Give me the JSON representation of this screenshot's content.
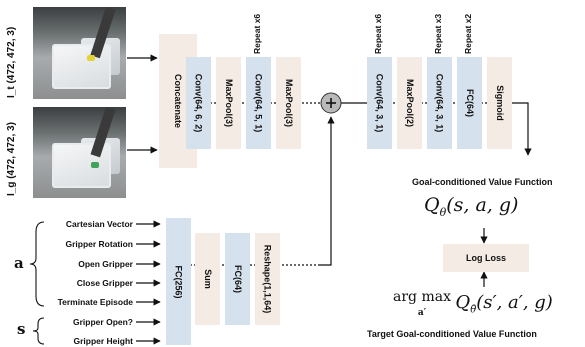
{
  "images": {
    "top_label": "I_t (472, 472, 3)",
    "bottom_label": "I_g (472, 472, 3)"
  },
  "layers": {
    "concatenate": "Concatenate",
    "conv1": "Conv(64, 6, 2)",
    "maxpool1": "MaxPool(3)",
    "conv2": "Conv(64, 5, 1)",
    "maxpool2": "MaxPool(3)",
    "conv3": "Conv(64, 3, 1)",
    "maxpool3": "MaxPool(2)",
    "conv4": "Conv(64, 3, 1)",
    "fc64_top": "FC(64)",
    "sigmoid": "Sigmoid",
    "fc256": "FC(256)",
    "sum": "Sum",
    "fc64_bottom": "FC(64)",
    "reshape": "Reshape(1,1,64)",
    "log_loss": "Log Loss"
  },
  "repeats": {
    "r1": "Repeat x6",
    "r2": "Repeat x6",
    "r3": "Repeat x3",
    "r4": "Repeat x2"
  },
  "inputs": {
    "a_items": [
      "Cartesian Vector",
      "Gripper Rotation",
      "Open Gripper",
      "Close Gripper",
      "Terminate Episode"
    ],
    "s_items": [
      "Gripper Open?",
      "Gripper Height"
    ],
    "a_symbol": "a",
    "s_symbol": "s"
  },
  "labels": {
    "goal_value_title": "Goal-conditioned Value Function",
    "goal_value_formula": "Q_θ(s, a, g)",
    "target_formula": "arg max_a' Q_θ̄(s', a', g)",
    "target_title": "Target Goal-conditioned Value Function",
    "plus": "+"
  },
  "colors": {
    "conv_fill": "#d6e1ee",
    "layer_fill": "#f4ebe4",
    "plus_fill": "#b9b9b9"
  }
}
